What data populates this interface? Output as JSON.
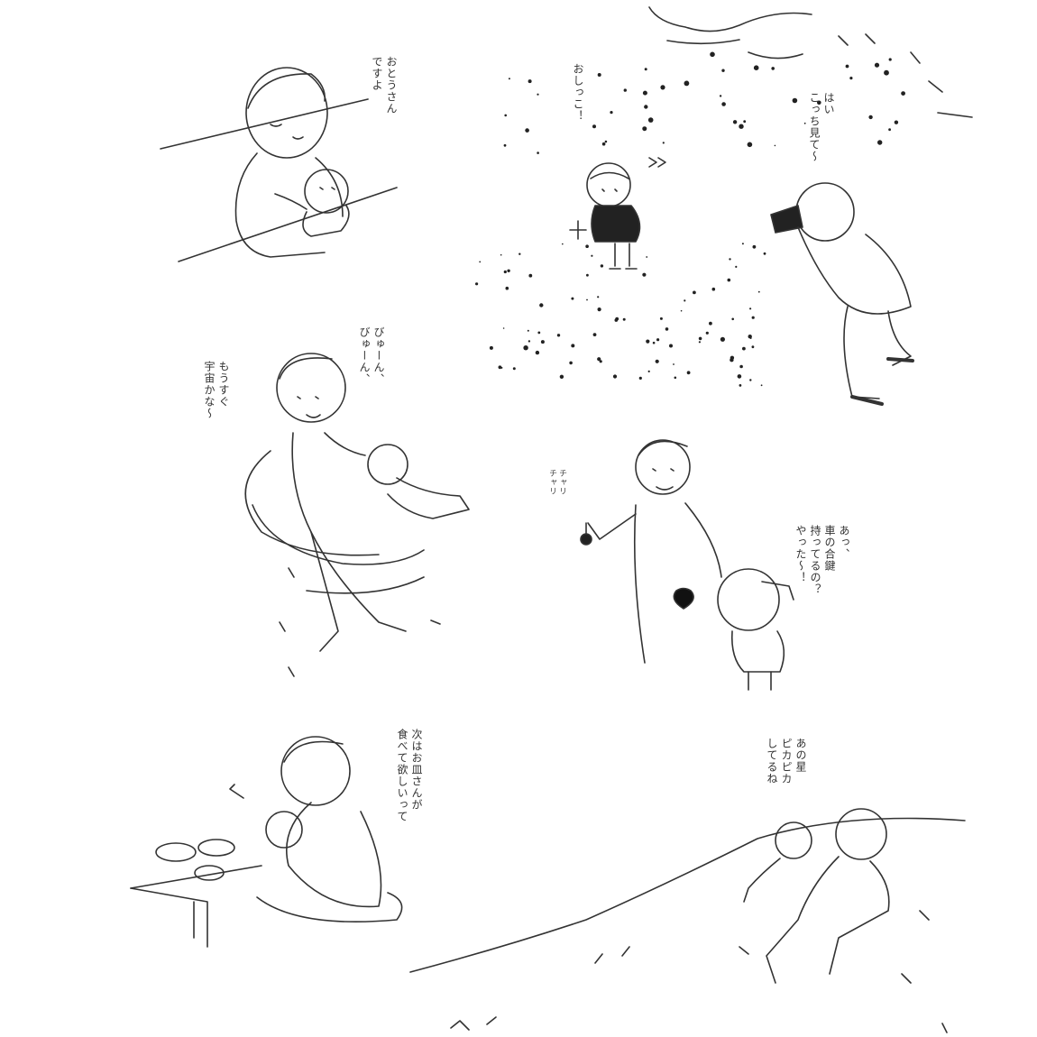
{
  "captions": {
    "father_intro": [
      "おとうさん",
      "ですよ"
    ],
    "peeing": [
      "おしっこ！"
    ],
    "photo": [
      "はい",
      "こっち見て〜"
    ],
    "spinning_sound": [
      "びゅーん、",
      "びゅーん、"
    ],
    "spinning_space": [
      "もうすぐ",
      "宇宙かな〜"
    ],
    "keys_jingle": [
      "チャリ",
      "チャリ"
    ],
    "keys_question": [
      "あっ、",
      "車の合鍵",
      "持ってるの？",
      "やった〜！"
    ],
    "meal": [
      "次はお皿さんが",
      "食べて欲しいって"
    ],
    "stars": [
      "あの星",
      "ピカピカ",
      "してるね"
    ]
  }
}
